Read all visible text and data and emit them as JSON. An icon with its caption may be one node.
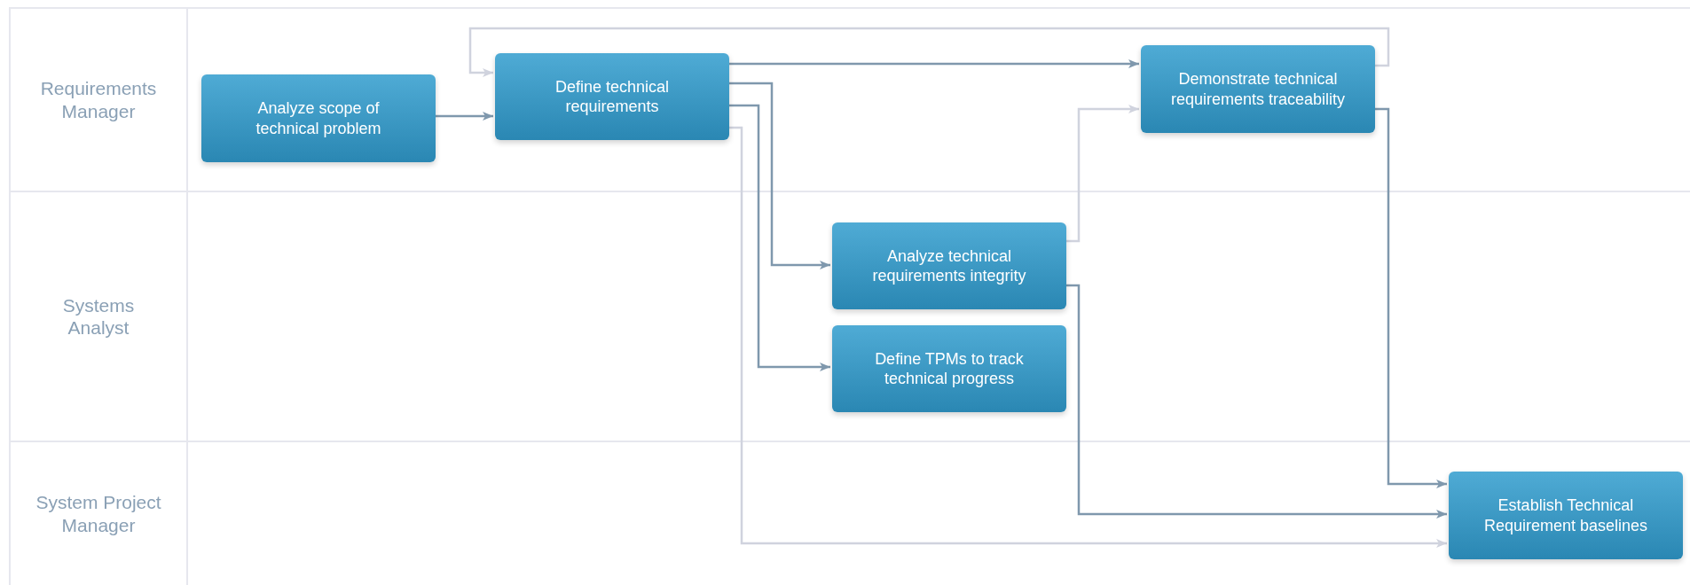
{
  "diagram": {
    "nodes": [
      {
        "text": [
          "Requirements Manager"
        ]
      },
      {
        "text": [
          "Systems Analyst"
        ]
      },
      {
        "text": [
          "System Project Manager"
        ]
      },
      {
        "text": [
          "Analyze scope of technical problem"
        ],
        "in": 0
      },
      {
        "text": [
          "Define technical requirements"
        ],
        "in": 0
      },
      {
        "text": [
          "Demonstrate technical requirements traceability"
        ],
        "in": 0
      },
      {
        "text": [
          "Analyze technical requirements integrity"
        ],
        "in": 1
      },
      {
        "text": [
          "Define TPMs to track technical progress"
        ],
        "in": 1
      },
      {
        "text": [
          "Establish Technical Requirement baselines"
        ],
        "in": 2
      }
    ],
    "edges": [
      {
        "from": 3,
        "to": 4,
        "arrow": "to"
      },
      {
        "from": 4,
        "to": 5,
        "arrow": "to"
      },
      {
        "from": 4,
        "to": 6,
        "arrow": "to"
      },
      {
        "from": 4,
        "to": 7,
        "arrow": "to"
      },
      {
        "from": 4,
        "to": 8,
        "arrow": "to",
        "color": "#d0d3de"
      },
      {
        "from": 5,
        "to": 4,
        "arrow": "to",
        "color": "#d0d3de"
      },
      {
        "from": 6,
        "to": 5,
        "arrow": "to",
        "color": "#d0d3de"
      },
      {
        "from": 6,
        "to": 8,
        "arrow": "to"
      },
      {
        "from": 5,
        "to": 8,
        "arrow": "to"
      }
    ]
  }
}
